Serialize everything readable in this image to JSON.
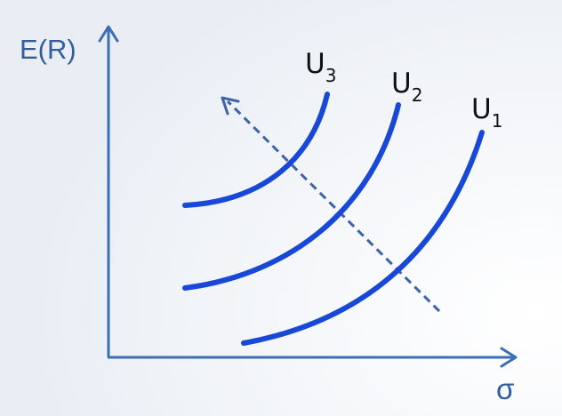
{
  "axes": {
    "y_label": "E(R)",
    "x_label": "σ"
  },
  "curves": [
    {
      "name": "U",
      "subscript": "3"
    },
    {
      "name": "U",
      "subscript": "2"
    },
    {
      "name": "U",
      "subscript": "1"
    }
  ],
  "colors": {
    "axis": "#3a6fb5",
    "curve": "#1848d8",
    "arrow": "#3d64a8",
    "label": "#2f5fa0",
    "background": "#f1f4f8"
  }
}
